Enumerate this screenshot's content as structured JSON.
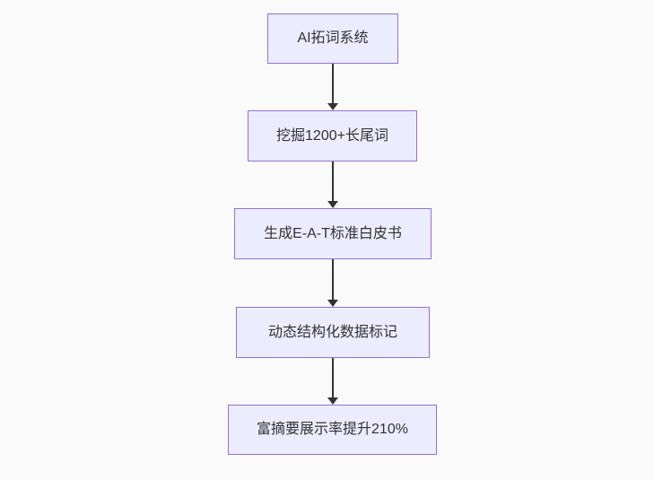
{
  "diagram": {
    "type": "flowchart",
    "direction": "top-down",
    "nodes": [
      {
        "id": "node-1",
        "label": "AI拓词系统"
      },
      {
        "id": "node-2",
        "label": "挖掘1200+长尾词"
      },
      {
        "id": "node-3",
        "label": "生成E-A-T标准白皮书"
      },
      {
        "id": "node-4",
        "label": "动态结构化数据标记"
      },
      {
        "id": "node-5",
        "label": "富摘要展示率提升210%"
      }
    ],
    "edges": [
      {
        "from": "node-1",
        "to": "node-2"
      },
      {
        "from": "node-2",
        "to": "node-3"
      },
      {
        "from": "node-3",
        "to": "node-4"
      },
      {
        "from": "node-4",
        "to": "node-5"
      }
    ],
    "colors": {
      "background": "#fafafa",
      "node_fill": "#ECECFF",
      "node_border": "#9370DB",
      "node_text": "#333333",
      "arrow": "#333333"
    }
  }
}
